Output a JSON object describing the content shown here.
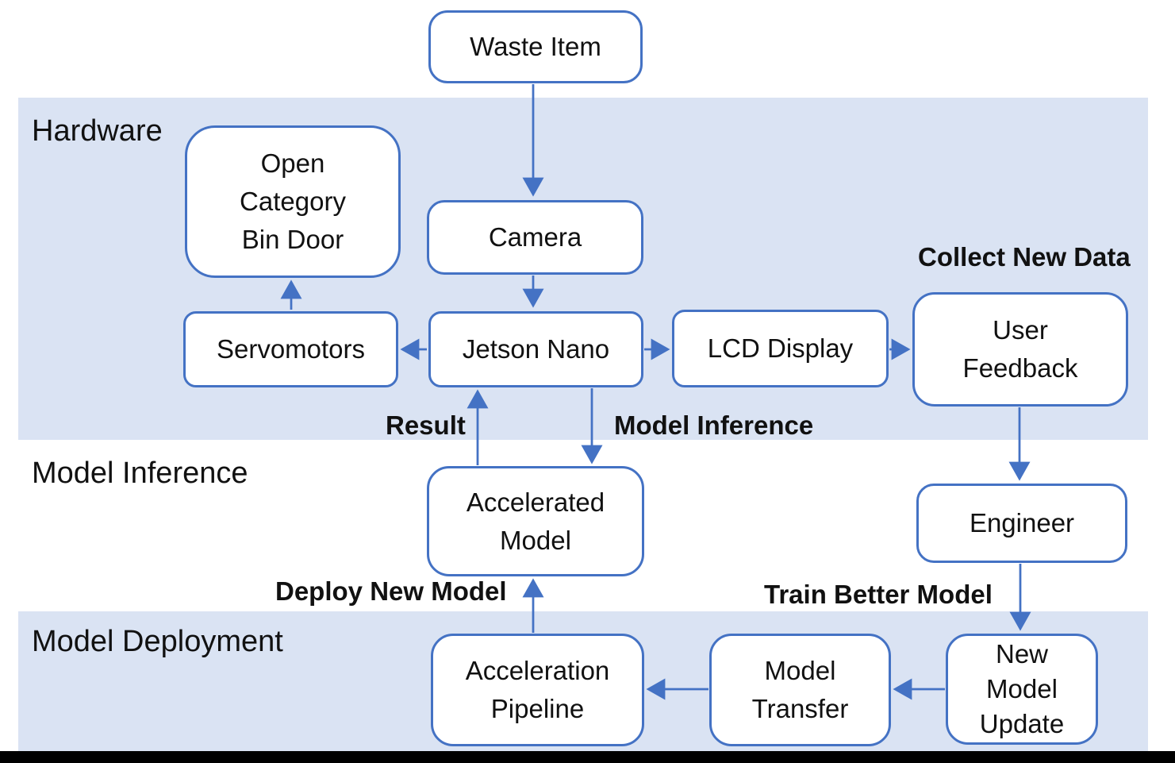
{
  "diagram": {
    "bands": [
      {
        "label": "Hardware"
      },
      {
        "label": "Model Inference"
      },
      {
        "label": "Model Deployment"
      }
    ],
    "nodes": [
      {
        "id": "waste-item",
        "lines": [
          "Waste Item"
        ]
      },
      {
        "id": "open-category-bin-door",
        "lines": [
          "Open",
          "Category",
          "Bin Door"
        ]
      },
      {
        "id": "camera",
        "lines": [
          "Camera"
        ]
      },
      {
        "id": "servomotors",
        "lines": [
          "Servomotors"
        ]
      },
      {
        "id": "jetson-nano",
        "lines": [
          "Jetson Nano"
        ]
      },
      {
        "id": "lcd-display",
        "lines": [
          "LCD Display"
        ]
      },
      {
        "id": "user-feedback",
        "lines": [
          "User",
          "Feedback"
        ]
      },
      {
        "id": "accelerated-model",
        "lines": [
          "Accelerated",
          "Model"
        ]
      },
      {
        "id": "engineer",
        "lines": [
          "Engineer"
        ]
      },
      {
        "id": "acceleration-pipeline",
        "lines": [
          "Acceleration",
          "Pipeline"
        ]
      },
      {
        "id": "model-transfer",
        "lines": [
          "Model",
          "Transfer"
        ]
      },
      {
        "id": "new-model-update",
        "lines": [
          "New",
          "Model",
          "Update"
        ]
      }
    ],
    "labels": [
      {
        "id": "collect-new-data",
        "text": "Collect New Data"
      },
      {
        "id": "result",
        "text": "Result"
      },
      {
        "id": "model-inference-flow",
        "text": "Model Inference"
      },
      {
        "id": "deploy-new-model",
        "text": "Deploy New Model"
      },
      {
        "id": "train-better-model",
        "text": "Train Better Model"
      }
    ],
    "colors": {
      "band_fill": "#dae3f3",
      "box_border": "#4472c4",
      "arrow": "#4472c4",
      "text": "#111111",
      "bottom_bar": "#000000"
    }
  }
}
